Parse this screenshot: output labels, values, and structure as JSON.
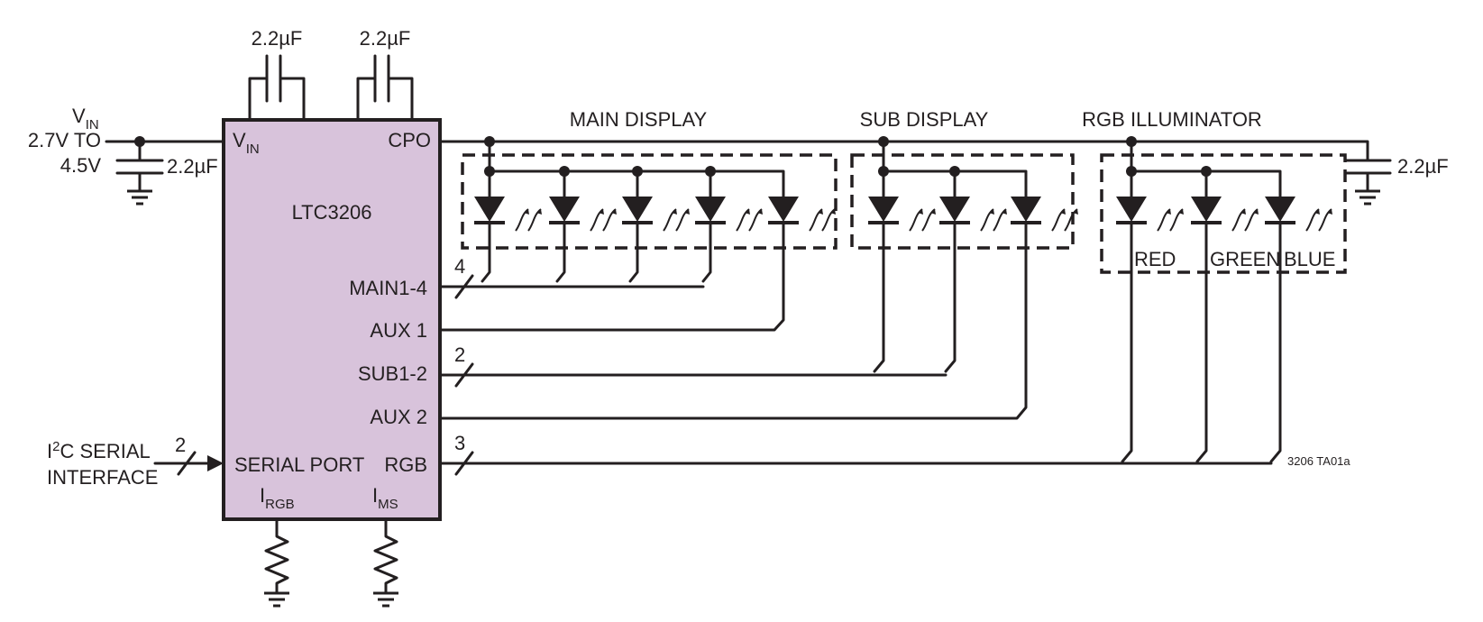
{
  "ic": {
    "name": "LTC3206",
    "fill_color": "#d8c3db",
    "pins": {
      "vin": "V",
      "vin_sub": "IN",
      "cpo": "CPO",
      "main": "MAIN1-4",
      "aux1": "AUX 1",
      "sub": "SUB1-2",
      "aux2": "AUX 2",
      "serial": "SERIAL PORT",
      "rgb": "RGB",
      "irgb": "I",
      "irgb_sub": "RGB",
      "ims": "I",
      "ims_sub": "MS"
    }
  },
  "input": {
    "v": "V",
    "v_sub": "IN",
    "range_line1": "2.7V TO",
    "range_line2": "4.5V",
    "cap": "2.2µF"
  },
  "flying_caps": [
    "2.2µF",
    "2.2µF"
  ],
  "output_cap": "2.2µF",
  "serial": {
    "line1_pre": "I",
    "line1_sup": "2",
    "line1_post": "C SERIAL",
    "line2": "INTERFACE"
  },
  "bus_counts": {
    "main": "4",
    "sub": "2",
    "serial": "2",
    "rgb": "3"
  },
  "groups": {
    "main": "MAIN DISPLAY",
    "sub": "SUB DISPLAY",
    "rgb": "RGB ILLUMINATOR"
  },
  "rgb_labels": [
    "RED",
    "GREEN",
    "BLUE"
  ],
  "figure_id": "3206 TA01a"
}
